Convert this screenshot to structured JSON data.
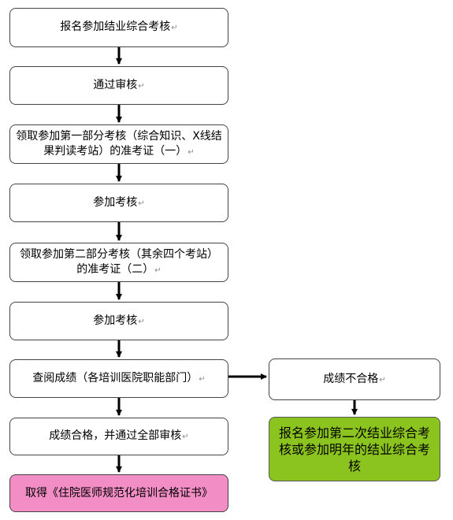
{
  "flow": {
    "steps": [
      {
        "text": "报名参加结业综合考核"
      },
      {
        "text": "通过审核"
      },
      {
        "text": "领取参加第一部分考核（综合知识、X线结果判读考站）的准考证（一）"
      },
      {
        "text": "参加考核"
      },
      {
        "text": "领取参加第二部分考核（其余四个考站）的准考证（二）"
      },
      {
        "text": "参加考核"
      },
      {
        "text": "查阅成绩（各培训医院职能部门）"
      },
      {
        "text": "成绩合格，并通过全部审核"
      },
      {
        "text": "取得《住院医师规范化培训合格证书》"
      }
    ],
    "fail_branch": {
      "fail": "成绩不合格",
      "retake": "报名参加第二次结业综合考核或参加明年的结业综合考核"
    },
    "paragraph_mark": "↵"
  },
  "colors": {
    "certificate_fill": "#f28dc5",
    "retake_fill": "#8cc41f",
    "arrow": "#000000"
  }
}
